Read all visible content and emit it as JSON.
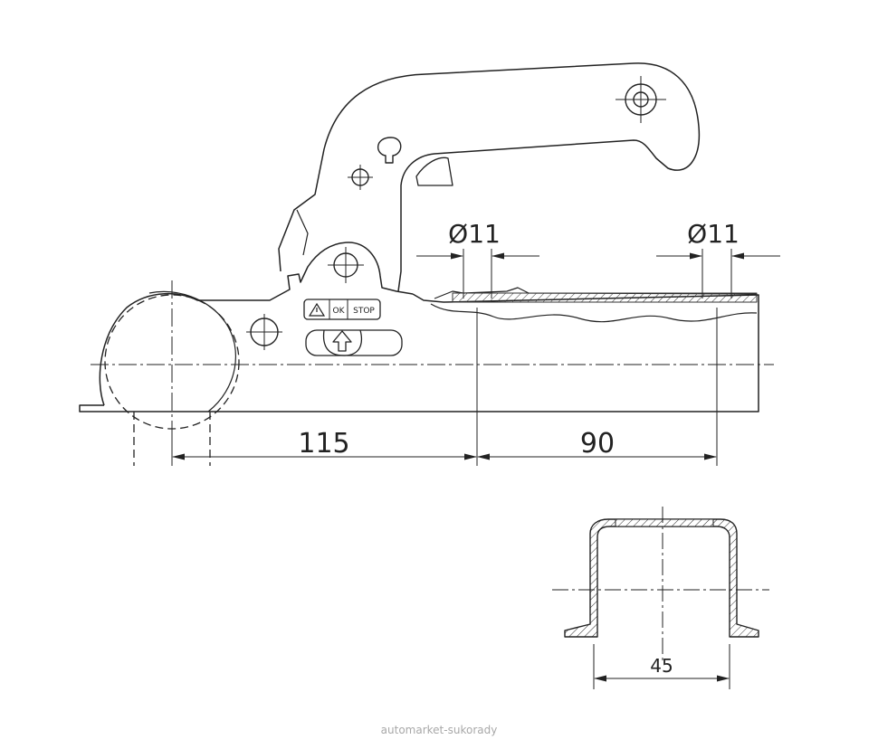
{
  "dimensions": {
    "hole_left": "Ø11",
    "hole_right": "Ø11",
    "length_1": "115",
    "length_2": "90",
    "width": "45"
  },
  "label": {
    "ok": "OK",
    "stop": "STOP"
  },
  "watermark": "automarket-sukorady"
}
